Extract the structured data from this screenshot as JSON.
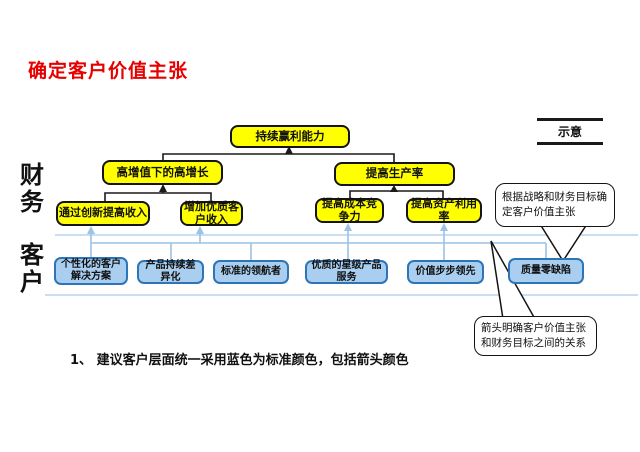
{
  "slide": {
    "title": "确定客户价值主张",
    "legend_tag": "示意",
    "footnote": "1、 建议客户层面统一采用蓝色为标准颜色，包括箭头颜色"
  },
  "row_labels": {
    "finance": "财务",
    "customer": "客户"
  },
  "finance_map": {
    "root": "持续赢利能力",
    "level2": [
      {
        "label": "高增值下的高增长"
      },
      {
        "label": "提高生产率"
      }
    ],
    "level3": [
      {
        "label": "通过创新提高收入"
      },
      {
        "label": "增加优质客户收入"
      },
      {
        "label": "提高成本竞争力"
      },
      {
        "label": "提高资产利用率"
      }
    ]
  },
  "customer_map": {
    "items": [
      {
        "label": "个性化的客户解决方案"
      },
      {
        "label": "产品持续差异化"
      },
      {
        "label": "标准的领航者"
      },
      {
        "label": "优质的星级产品服务"
      },
      {
        "label": "价值步步领先"
      },
      {
        "label": "质量零缺陷"
      }
    ]
  },
  "callouts": [
    {
      "text": "根据战略和财务目标确定客户价值主张"
    },
    {
      "text": "箭头明确客户价值主张和财务目标之间的关系"
    }
  ],
  "colors": {
    "finance_node_fill": "#FFFF00",
    "customer_node_fill": "#A9CEEF",
    "customer_node_border": "#2E75B6",
    "connector_blue": "#9CC2E5",
    "divider_blue": "#C9DEF2",
    "title_red": "#E60000"
  }
}
